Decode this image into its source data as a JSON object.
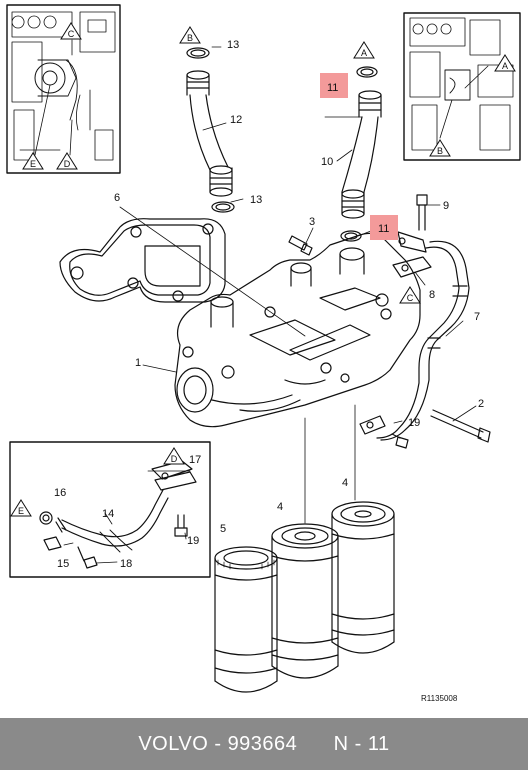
{
  "callouts": {
    "c1": "1",
    "c2": "2",
    "c3": "3",
    "c4a": "4",
    "c4b": "4",
    "c5": "5",
    "c6": "6",
    "c7": "7",
    "c8": "8",
    "c9": "9",
    "c10": "10",
    "c11a": "11",
    "c11b": "11",
    "c12": "12",
    "c13a": "13",
    "c13b": "13",
    "c14": "14",
    "c15": "15",
    "c16": "16",
    "c17": "17",
    "c18": "18",
    "c19a": "19",
    "c19b": "19"
  },
  "markers": {
    "a_top": "A",
    "b_top": "B",
    "a_inset": "A",
    "b_inset": "B",
    "c_inset": "C",
    "d_inset": "D",
    "e_inset": "E",
    "c_main": "C",
    "d_sub": "D",
    "e_sub": "E"
  },
  "colors": {
    "highlight": "#f39a9a",
    "footer_bg": "#8a8a8a"
  },
  "reference": "R1135008",
  "footer": {
    "brand": "VOLVO",
    "sep": " - ",
    "part_number": "993664",
    "gap": "      ",
    "note": "N - 11"
  }
}
